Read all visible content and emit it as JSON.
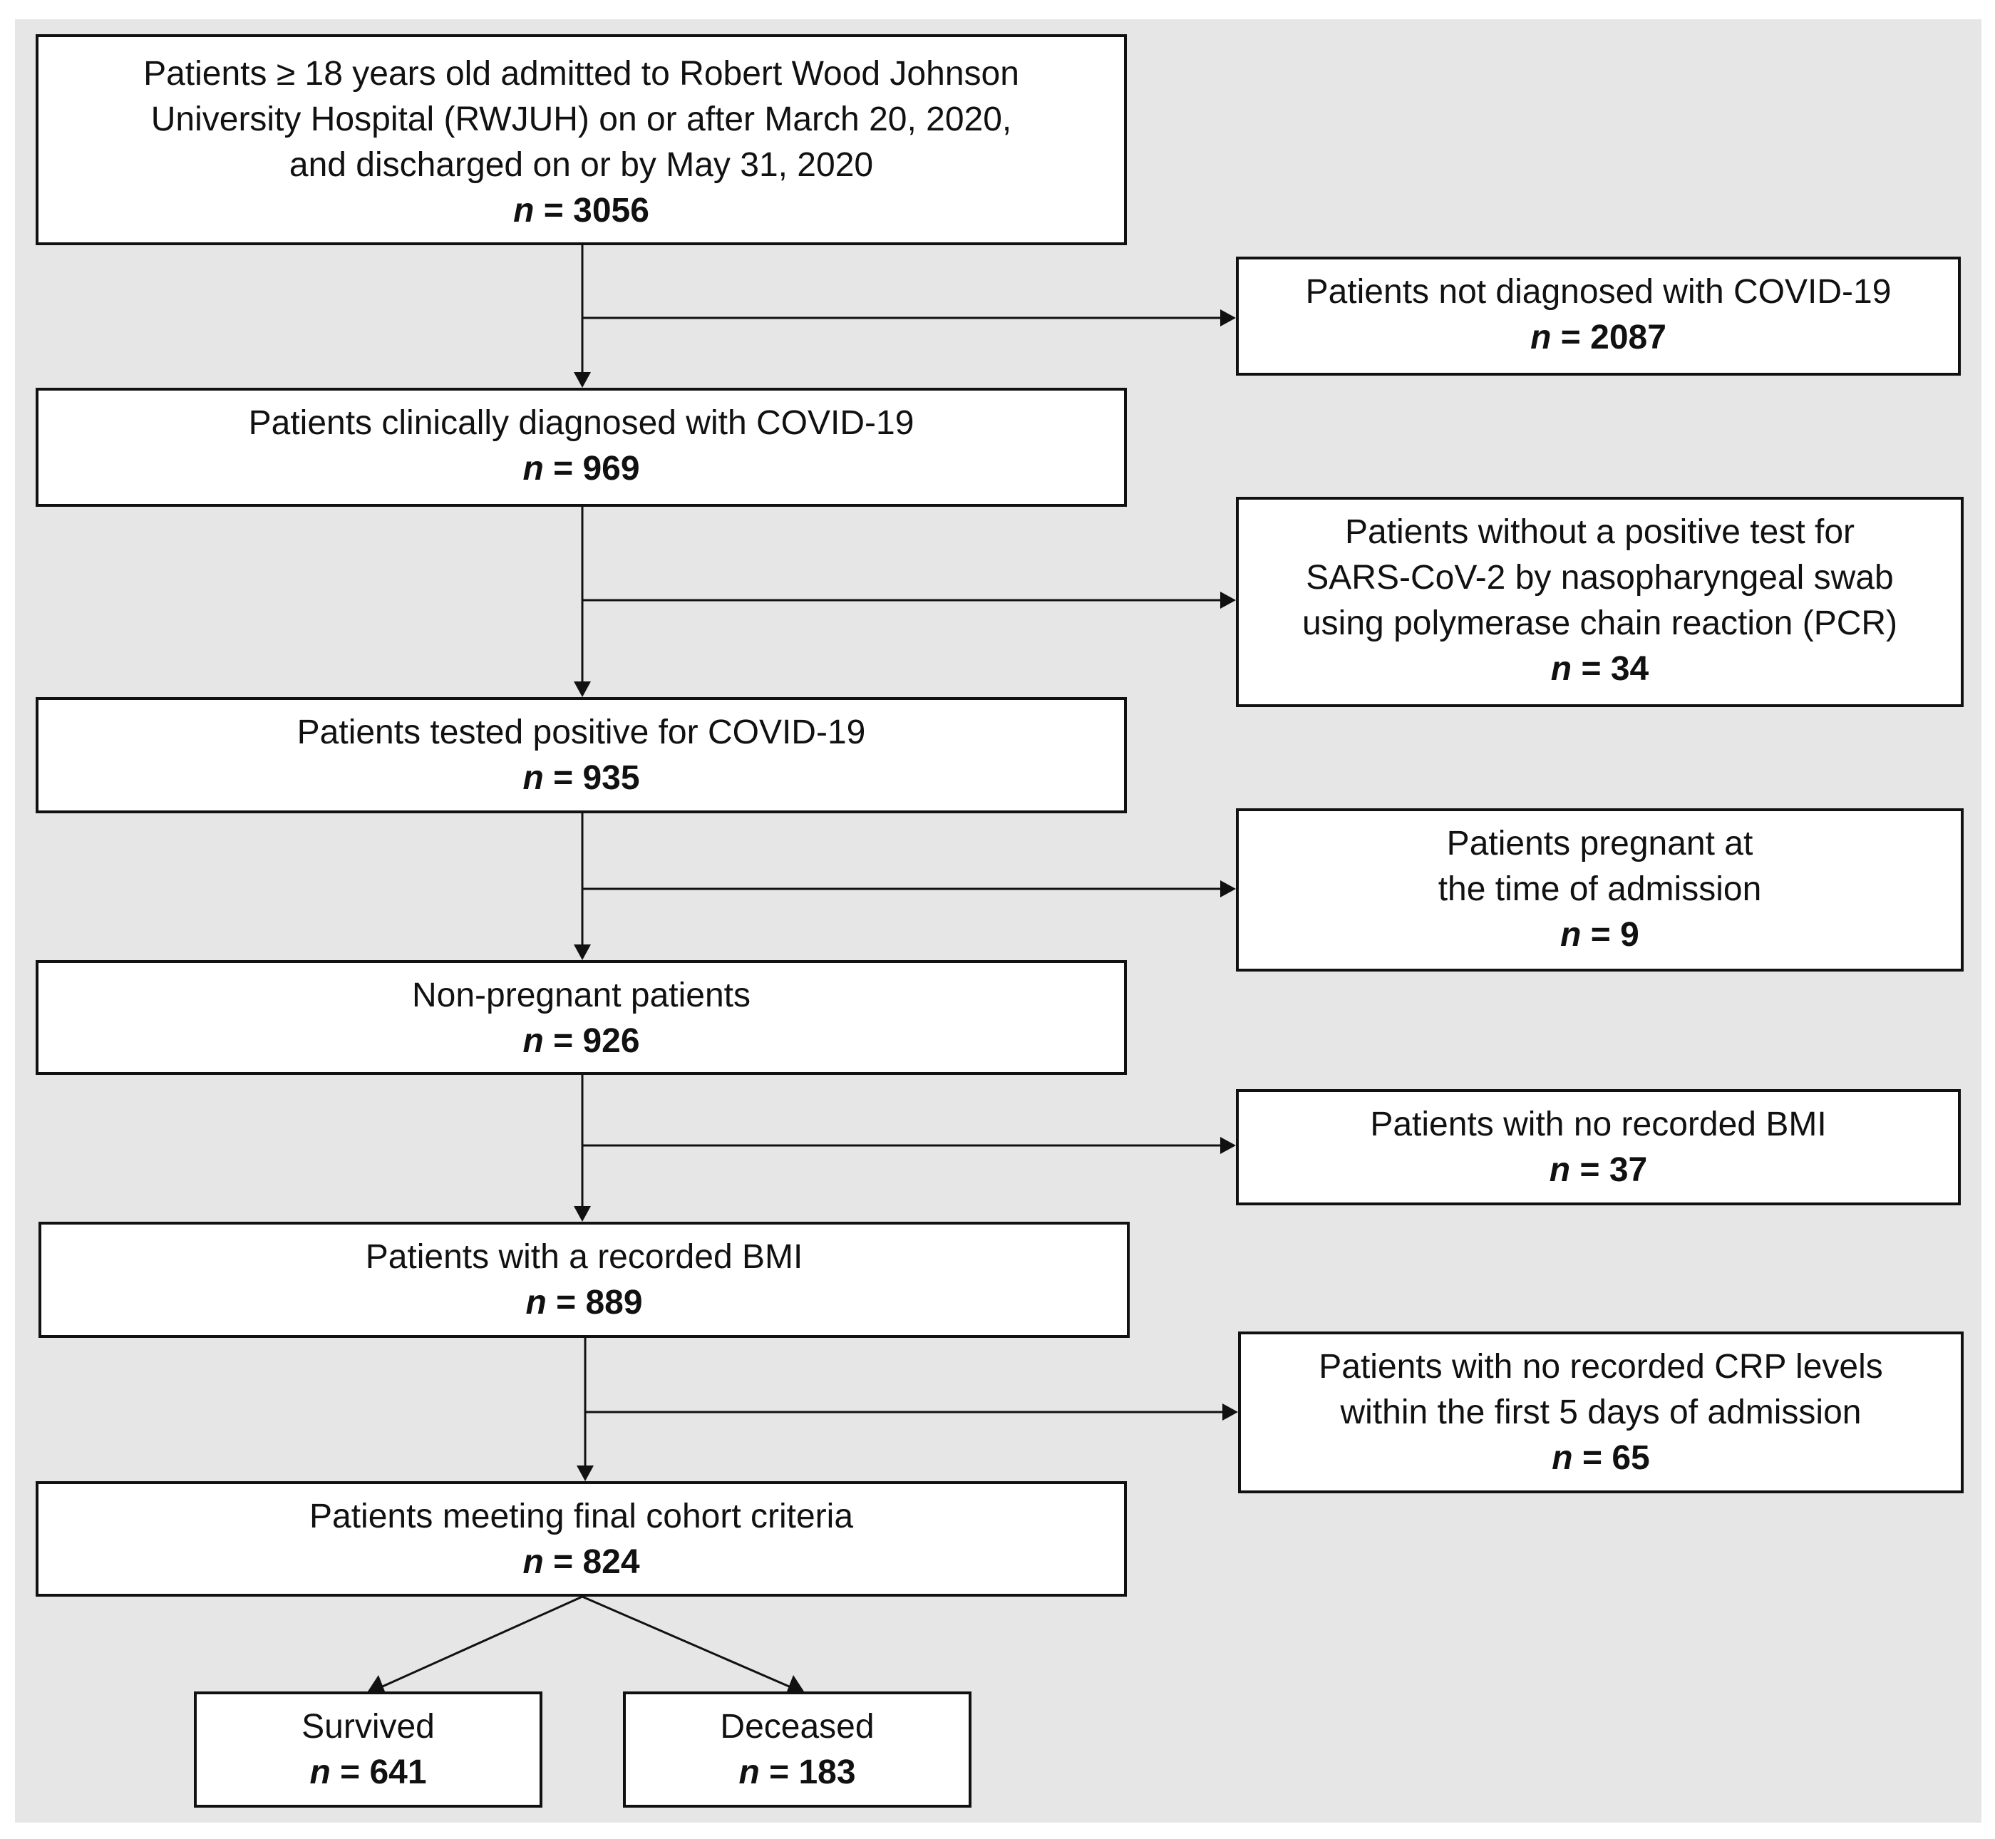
{
  "flowchart": {
    "main": [
      {
        "label": "Patients ≥ 18 years old admitted to Robert Wood Johnson\nUniversity Hospital (RWJUH) on or after March 20, 2020,\nand discharged on or by May 31, 2020",
        "n": "3056"
      },
      {
        "label": "Patients clinically diagnosed with COVID-19",
        "n": "969"
      },
      {
        "label": "Patients tested positive for COVID-19",
        "n": "935"
      },
      {
        "label": "Non-pregnant patients",
        "n": "926"
      },
      {
        "label": "Patients with a recorded BMI",
        "n": "889"
      },
      {
        "label": "Patients meeting final cohort criteria",
        "n": "824"
      }
    ],
    "excluded": [
      {
        "label": "Patients not diagnosed with COVID-19",
        "n": "2087"
      },
      {
        "label": "Patients without a positive test for\nSARS-CoV-2 by nasopharyngeal swab\nusing polymerase chain reaction (PCR)",
        "n": "34"
      },
      {
        "label": "Patients pregnant at\nthe time of admission",
        "n": "9"
      },
      {
        "label": "Patients with no recorded BMI",
        "n": "37"
      },
      {
        "label": "Patients with no recorded CRP levels\nwithin the first 5 days of admission",
        "n": "65"
      }
    ],
    "outcomes": [
      {
        "label": "Survived",
        "n": "641"
      },
      {
        "label": "Deceased",
        "n": "183"
      }
    ],
    "n_prefix": "n",
    "n_equals": " = "
  }
}
